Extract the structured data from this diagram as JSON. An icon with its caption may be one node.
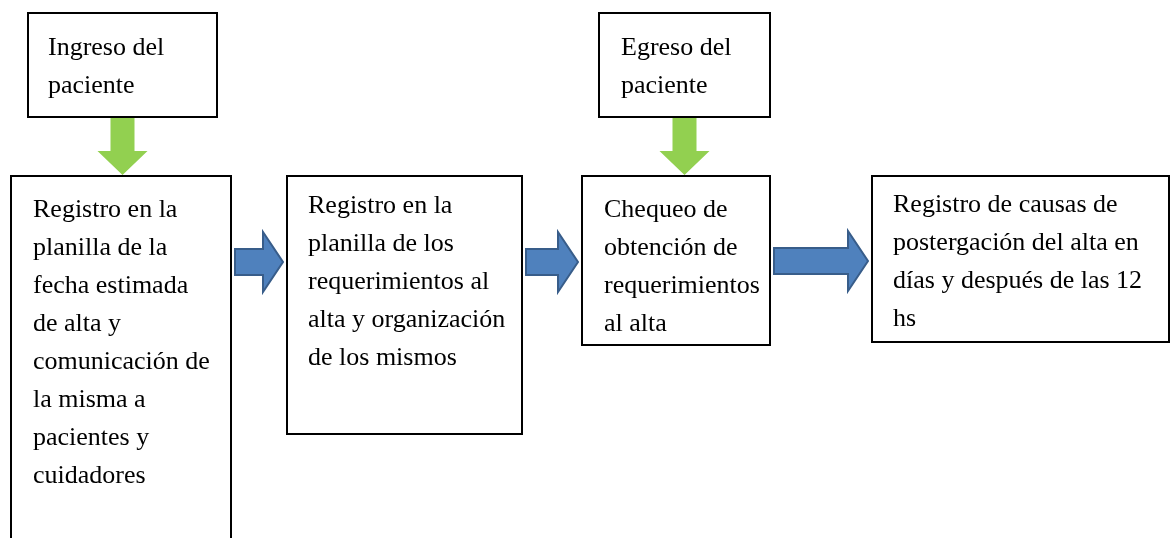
{
  "diagram": {
    "nodes": [
      {
        "text": [
          "Ingreso del paciente"
        ]
      },
      {
        "text": [
          "Registro en la planilla de la fecha estimada de alta y comunicación de la misma a pacientes  y cuidadores"
        ]
      },
      {
        "text": [
          "Registro en la planilla de los requerimientos al alta y organización de los mismos"
        ]
      },
      {
        "text": [
          "Egreso del paciente"
        ]
      },
      {
        "text": [
          "Chequeo de obtención de requerimientos al alta"
        ]
      },
      {
        "text": [
          "Registro de causas de postergación del alta en días y después de las 12 hs"
        ]
      }
    ],
    "edges": [
      {
        "from": 0,
        "to": 1,
        "arrow": "to",
        "color": "#92d050"
      },
      {
        "from": 1,
        "to": 2,
        "arrow": "to"
      },
      {
        "from": 3,
        "to": 4,
        "arrow": "to",
        "color": "#92d050"
      },
      {
        "from": 2,
        "to": 4,
        "arrow": "to"
      },
      {
        "from": 4,
        "to": 5,
        "arrow": "to"
      }
    ]
  }
}
